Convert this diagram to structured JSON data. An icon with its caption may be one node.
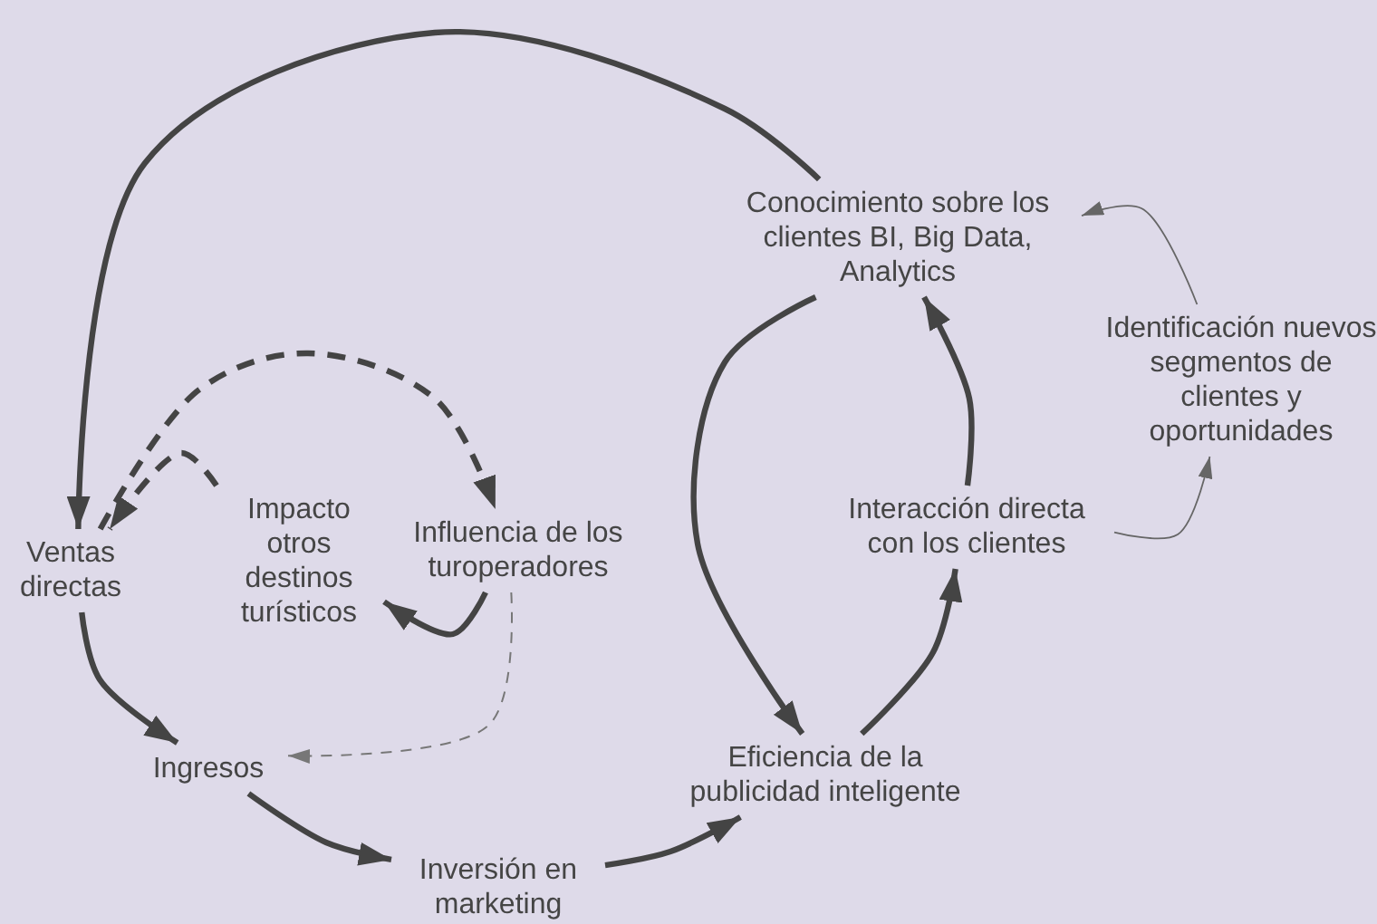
{
  "diagram": {
    "nodes": [
      {
        "text": [
          "Ventas directas"
        ]
      },
      {
        "text": [
          "Impacto otros destinos turísticos"
        ]
      },
      {
        "text": [
          "Influencia de los turoperadores"
        ]
      },
      {
        "text": [
          "Ingresos"
        ]
      },
      {
        "text": [
          "Inversión en marketing"
        ]
      },
      {
        "text": [
          "Eficiencia de la publicidad inteligente"
        ]
      },
      {
        "text": [
          "Conocimiento sobre los clientes BI, Big Data, Analytics"
        ]
      },
      {
        "text": [
          "Interacción directa con los clientes"
        ]
      },
      {
        "text": [
          "Identificación nuevos segmentos de clientes y oportunidades"
        ]
      }
    ],
    "edges": [
      {
        "from": 6,
        "to": 0,
        "arrow": "to"
      },
      {
        "from": 0,
        "to": 2,
        "arrow": "to",
        "style": "dashed"
      },
      {
        "from": 1,
        "to": 0,
        "arrow": "to",
        "style": "dashed"
      },
      {
        "from": 2,
        "to": 1,
        "arrow": "to"
      },
      {
        "from": 2,
        "to": 3,
        "arrow": "to",
        "style": "dashed",
        "color": "#777777"
      },
      {
        "from": 0,
        "to": 3,
        "arrow": "to"
      },
      {
        "from": 3,
        "to": 4,
        "arrow": "to"
      },
      {
        "from": 4,
        "to": 5,
        "arrow": "to"
      },
      {
        "from": 6,
        "to": 5,
        "arrow": "to"
      },
      {
        "from": 5,
        "to": 7,
        "arrow": "to"
      },
      {
        "from": 7,
        "to": 6,
        "arrow": "to"
      },
      {
        "from": 7,
        "to": 8,
        "arrow": "to",
        "color": "#666666"
      },
      {
        "from": 8,
        "to": 6,
        "arrow": "to",
        "color": "#666666"
      }
    ]
  }
}
